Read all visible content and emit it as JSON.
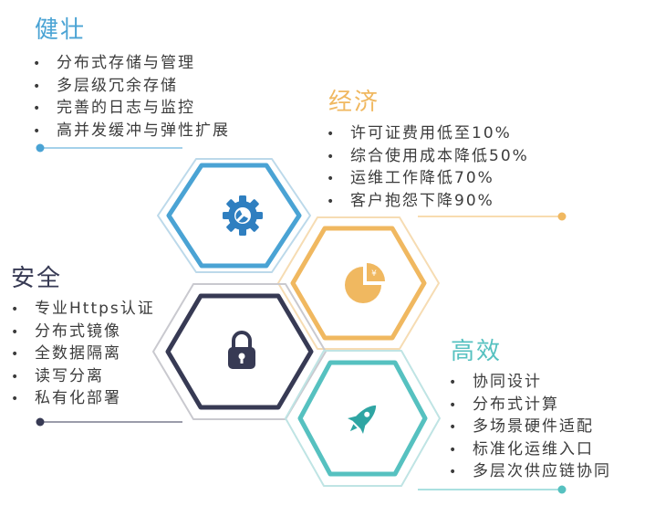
{
  "sections": [
    {
      "key": "robust",
      "title": "健壮",
      "color": "#4aa3d4",
      "icon": "gear-wrench-icon",
      "items": [
        "分布式存储与管理",
        "多层级冗余存储",
        "完善的日志与监控",
        "高并发缓冲与弹性扩展"
      ]
    },
    {
      "key": "economy",
      "title": "经济",
      "color": "#f0b860",
      "icon": "pie-chart-yen-icon",
      "items": [
        "许可证费用低至10%",
        "综合使用成本降低50%",
        "运维工作降低70%",
        "客户抱怨下降90%"
      ]
    },
    {
      "key": "security",
      "title": "安全",
      "color": "#373a54",
      "icon": "padlock-icon",
      "items": [
        "专业Https认证",
        "分布式镜像",
        "全数据隔离",
        "读写分离",
        "私有化部署"
      ]
    },
    {
      "key": "efficiency",
      "title": "高效",
      "color": "#56c1c0",
      "icon": "rocket-icon",
      "items": [
        "协同设计",
        "分布式计算",
        "多场景硬件适配",
        "标准化运维入口",
        "多层次供应链协同"
      ]
    }
  ],
  "bullet": "•",
  "colors": {
    "outer_ring": "#c8c8c8",
    "text": "#3c3c3c"
  }
}
